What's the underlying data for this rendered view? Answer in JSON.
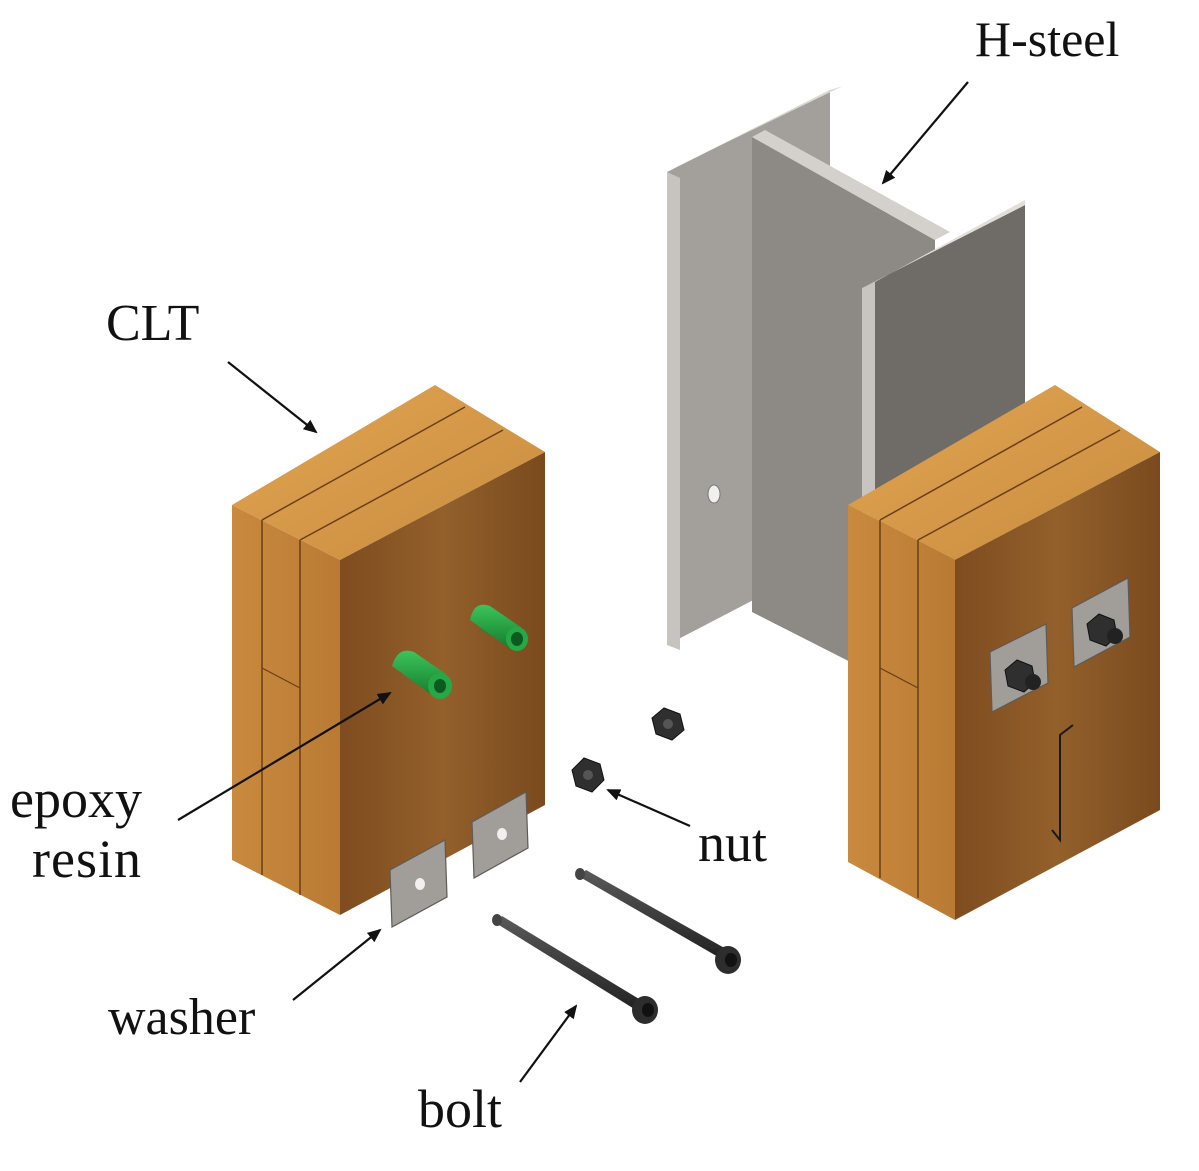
{
  "labels": {
    "h_steel": "H-steel",
    "clt": "CLT",
    "epoxy": "epoxy",
    "resin": "resin",
    "nut": "nut",
    "washer": "washer",
    "bolt": "bolt"
  },
  "colors": {
    "wood_top": "#d79a47",
    "wood_front": "#8f5a26",
    "wood_side": "#c4853c",
    "steel_face": "#9b9793",
    "steel_web": "#8a8681",
    "steel_edge": "#d9d6d2",
    "steel_dark": "#6e6a66",
    "epoxy_green": "#1e9a3c",
    "bolt_dark": "#3a3a3a",
    "arrow": "#111111"
  }
}
